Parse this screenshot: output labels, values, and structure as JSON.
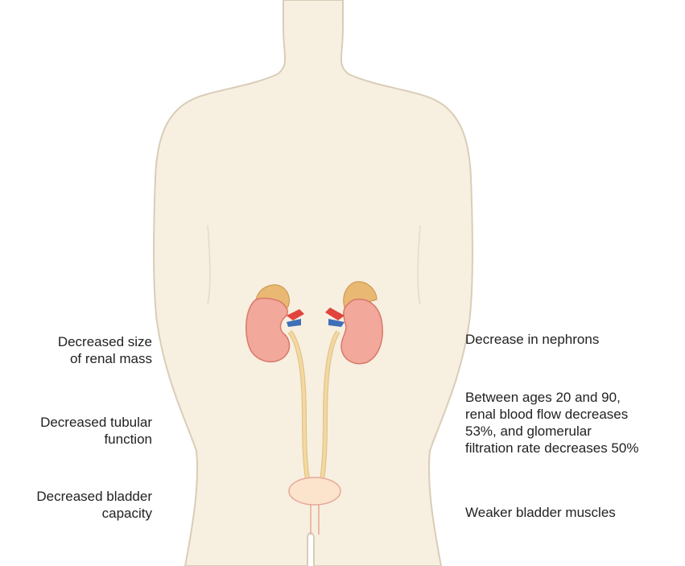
{
  "labels": {
    "left": [
      {
        "lines": [
          "Decreased size",
          "of renal mass"
        ]
      },
      {
        "lines": [
          "Decreased tubular",
          "function"
        ]
      },
      {
        "lines": [
          "Decreased bladder",
          "capacity"
        ]
      }
    ],
    "right": [
      {
        "lines": [
          "Decrease in nephrons"
        ]
      },
      {
        "lines": [
          "Between ages 20 and 90,",
          "renal blood flow decreases",
          "53%, and glomerular",
          "filtration rate decreases 50%"
        ]
      },
      {
        "lines": [
          "Weaker bladder muscles"
        ]
      }
    ]
  },
  "colors": {
    "skin": "#f7efe0",
    "skin_outline": "#d9cdb8",
    "kidney": "#f2a89a",
    "kidney_outline": "#d8786a",
    "adrenal": "#e9b873",
    "artery": "#e0443c",
    "vein": "#3f6fb8",
    "ureter": "#f3d9a0",
    "bladder": "#fbe3cc",
    "text": "#222222"
  }
}
